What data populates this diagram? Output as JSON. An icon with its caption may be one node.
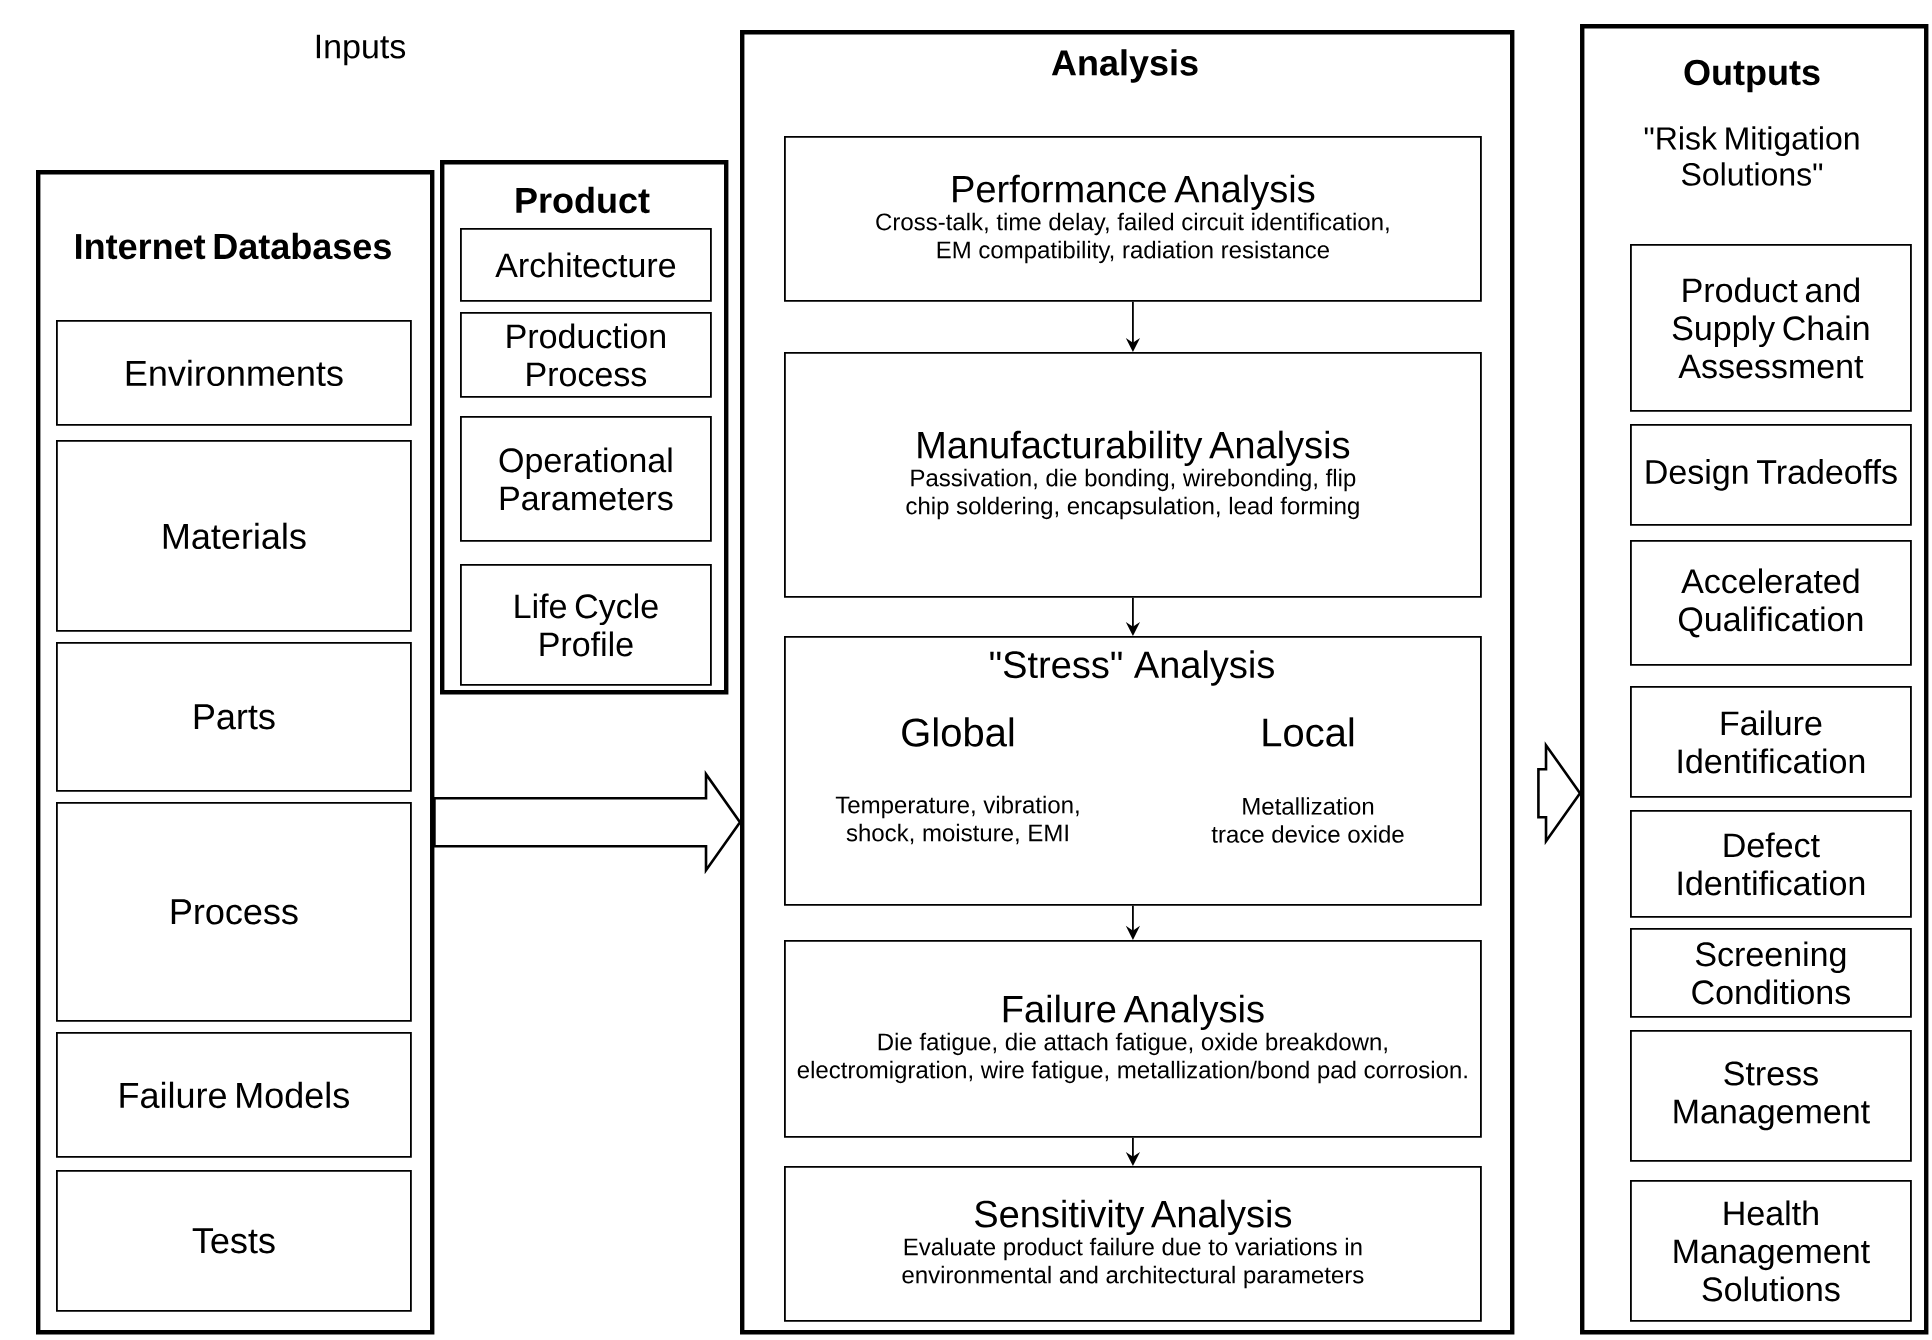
{
  "diagram": {
    "nodes": [
      {
        "text": [
          "Internet Databases"
        ]
      },
      {
        "text": [
          "Environments"
        ],
        "in": 0
      },
      {
        "text": [
          "Materials"
        ],
        "in": 0
      },
      {
        "text": [
          "Parts"
        ],
        "in": 0
      },
      {
        "text": [
          "Process"
        ],
        "in": 0
      },
      {
        "text": [
          "Failure Models"
        ],
        "in": 0
      },
      {
        "text": [
          "Tests"
        ],
        "in": 0
      },
      {
        "text": [
          "Product"
        ]
      },
      {
        "text": [
          "Architecture"
        ],
        "in": 7
      },
      {
        "text": [
          "Production Process"
        ],
        "in": 7
      },
      {
        "text": [
          "Operational Parameters"
        ],
        "in": 7
      },
      {
        "text": [
          "Life Cycle Profile"
        ],
        "in": 7
      },
      {
        "text": [
          "Analysis"
        ]
      },
      {
        "text": [
          "Performance Analysis",
          "Cross-talk, time delay, failed circuit identification, EM compatibility, radiation resistance"
        ],
        "in": 12
      },
      {
        "text": [
          "Manufacturability Analysis",
          "Passivation, die bonding, wirebonding, flip chip soldering, encapsulation, lead forming"
        ],
        "in": 12
      },
      {
        "text": [
          "\"Stress\" Analysis",
          "Global",
          "Temperature, vibration, shock, moisture, EMI",
          "Local",
          "Metallization trace device oxide"
        ],
        "in": 12
      },
      {
        "text": [
          "Failure Analysis",
          "Die fatigue, die attach fatigue, oxide breakdown, electromigration, wire fatigue, metallization/bond pad corrosion."
        ],
        "in": 12
      },
      {
        "text": [
          "Sensitivity Analysis",
          "Evaluate product failure due to variations in environmental and architectural parameters"
        ],
        "in": 12
      },
      {
        "text": [
          "Outputs",
          "\"Risk Mitigation Solutions\""
        ]
      },
      {
        "text": [
          "Product and Supply Chain Assessment"
        ],
        "in": 18
      },
      {
        "text": [
          "Design Tradeoffs"
        ],
        "in": 18
      },
      {
        "text": [
          "Accelerated Qualification"
        ],
        "in": 18
      },
      {
        "text": [
          "Failure Identification"
        ],
        "in": 18
      },
      {
        "text": [
          "Defect Identification"
        ],
        "in": 18
      },
      {
        "text": [
          "Screening Conditions"
        ],
        "in": 18
      },
      {
        "text": [
          "Stress Management"
        ],
        "in": 18
      },
      {
        "text": [
          "Health Management Solutions"
        ],
        "in": 18
      }
    ],
    "edges": [
      {
        "from": 13,
        "to": 14,
        "arrow": "to"
      },
      {
        "from": 14,
        "to": 15,
        "arrow": "to"
      },
      {
        "from": 15,
        "to": 16,
        "arrow": "to"
      },
      {
        "from": 16,
        "to": 17,
        "arrow": "to"
      },
      {
        "from": 0,
        "to": 12,
        "arrow": "to",
        "style": "thick"
      },
      {
        "from": 12,
        "to": 18,
        "arrow": "to",
        "style": "thick"
      }
    ],
    "labels": [
      "Inputs"
    ]
  }
}
